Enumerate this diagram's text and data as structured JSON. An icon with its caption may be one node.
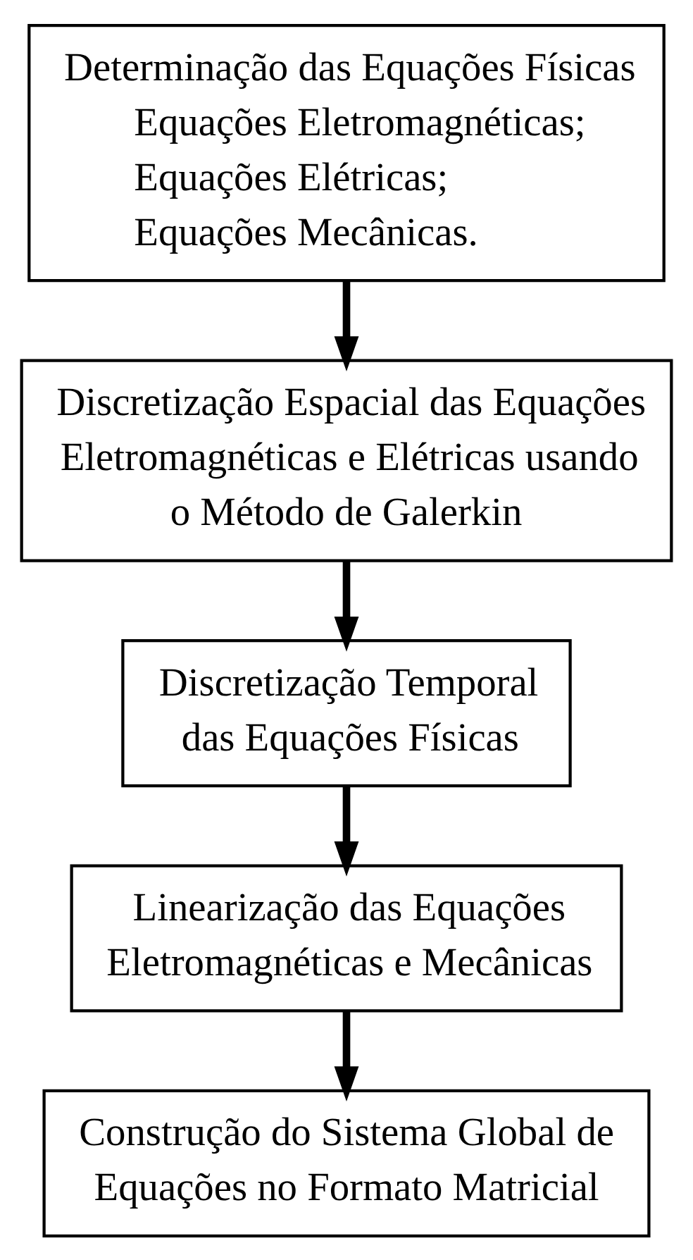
{
  "diagram": {
    "nodes": [
      {
        "text": [
          "Determinação das Equações Físicas",
          "Equações Eletromagnéticas;",
          "Equações Elétricas;",
          "Equações Mecânicas."
        ]
      },
      {
        "text": [
          "Discretização Espacial das Equações Eletromagnéticas e Elétricas usando o Método de Galerkin"
        ]
      },
      {
        "text": [
          "Discretização Temporal das Equações Físicas"
        ]
      },
      {
        "text": [
          "Linearização das Equações Eletromagnéticas e Mecânicas"
        ]
      },
      {
        "text": [
          "Construção do Sistema Global de Equações no Formato Matricial"
        ]
      }
    ],
    "edges": [
      {
        "from": 0,
        "to": 1,
        "arrow": "to"
      },
      {
        "from": 1,
        "to": 2,
        "arrow": "to"
      },
      {
        "from": 2,
        "to": 3,
        "arrow": "to"
      },
      {
        "from": 3,
        "to": 4,
        "arrow": "to"
      }
    ]
  }
}
